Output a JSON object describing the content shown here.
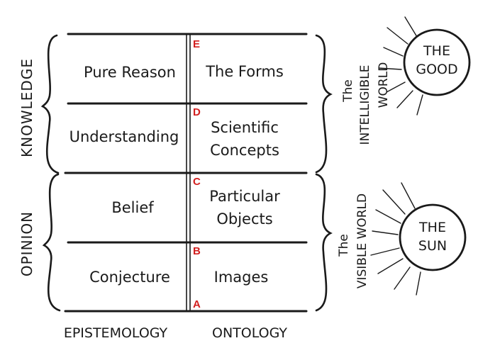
{
  "left_labels": {
    "knowledge": "KNOWLEDGE",
    "opinion": "OPINION"
  },
  "epistemology": [
    "Pure Reason",
    "Understanding",
    "Belief",
    "Conjecture"
  ],
  "ontology": [
    [
      "The Forms"
    ],
    [
      "Scientific",
      "Concepts"
    ],
    [
      "Particular",
      "Objects"
    ],
    [
      "Images"
    ]
  ],
  "points": [
    "E",
    "D",
    "C",
    "B",
    "A"
  ],
  "bottom_labels": {
    "left": "EPISTEMOLOGY",
    "right": "ONTOLOGY"
  },
  "right_labels": {
    "intelligible": {
      "line1": "The",
      "line2": "INTELLIGIBLE",
      "line3": "WORLD"
    },
    "visible": {
      "line1": "The",
      "line2": "VISIBLE WORLD"
    }
  },
  "good": {
    "line1": "THE",
    "line2": "GOOD"
  },
  "sun": {
    "line1": "THE",
    "line2": "SUN"
  },
  "colors": {
    "ink": "#1a1a1a",
    "points": "#d21f1f"
  }
}
